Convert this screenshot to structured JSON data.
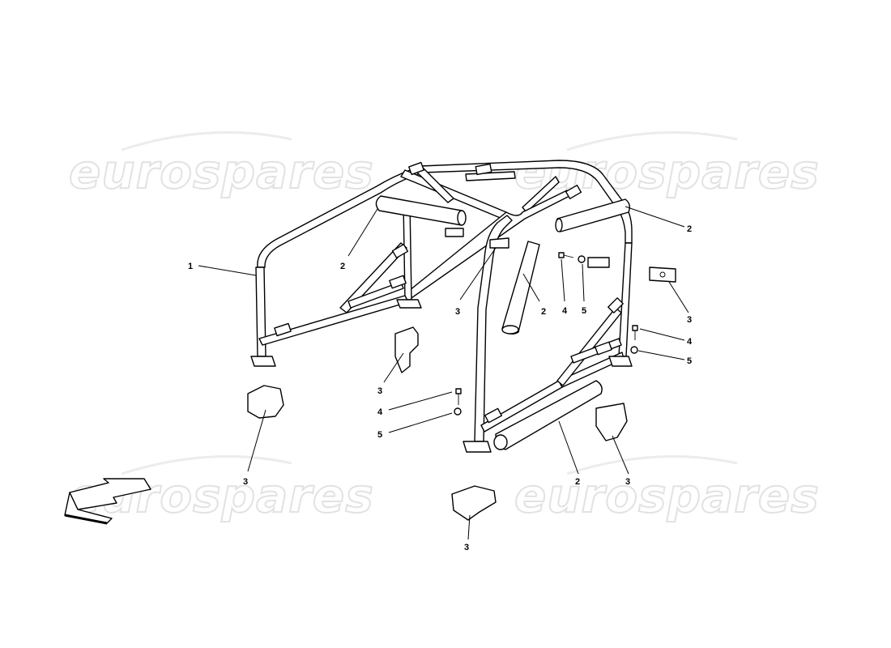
{
  "watermark": {
    "text": "eurospares"
  },
  "callouts": {
    "c1": "1",
    "c2a": "2",
    "c2b": "2",
    "c2c": "2",
    "c2d": "2",
    "c3a": "3",
    "c3b": "3",
    "c3c": "3",
    "c3d": "3",
    "c3e": "3",
    "c3f": "3",
    "c4a": "4",
    "c4b": "4",
    "c4c": "4",
    "c5a": "5",
    "c5b": "5",
    "c5c": "5"
  },
  "icons": {
    "direction_arrow": "direction-arrow-icon"
  },
  "colors": {
    "line": "#000000",
    "background": "#ffffff",
    "watermark_outline": "#e2e2e2"
  }
}
